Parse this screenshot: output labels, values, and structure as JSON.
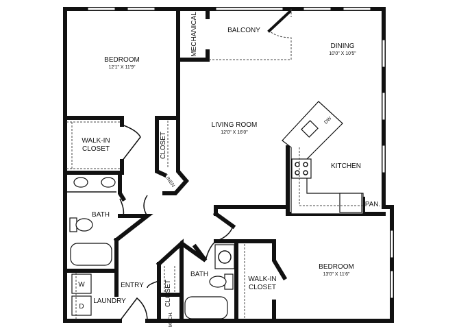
{
  "rooms": {
    "bedroom1": {
      "name": "BEDROOM",
      "size": "12'1\" X 11'9\""
    },
    "mechanical": {
      "name": "MECHANICAL"
    },
    "balcony": {
      "name": "BALCONY"
    },
    "dining": {
      "name": "DINING",
      "size": "10'0\" X 10'5\""
    },
    "living": {
      "name": "LIVING ROOM",
      "size": "12'0\" X 16'0\""
    },
    "walkin1": {
      "line1": "WALK-IN",
      "line2": "CLOSET"
    },
    "closet1": {
      "name": "CLOSET"
    },
    "linen": {
      "name": "LINEN"
    },
    "kitchen": {
      "name": "KITCHEN"
    },
    "pantry": {
      "name": "PAN."
    },
    "bath1": {
      "name": "BATH"
    },
    "bedroom2": {
      "name": "BEDROOM",
      "size": "13'0\" X 11'6\""
    },
    "bath2": {
      "name": "BATH"
    },
    "walkin2": {
      "line1": "WALK-IN",
      "line2": "CLOSET"
    },
    "entry": {
      "name": "ENTRY"
    },
    "closet2": {
      "name": "CLOSET"
    },
    "mech2": {
      "name": "MECH."
    },
    "laundry": {
      "name": "LAUNDRY"
    },
    "washer": {
      "name": "W"
    },
    "dryer": {
      "name": "D"
    },
    "dishwasher": {
      "name": "DW"
    }
  }
}
